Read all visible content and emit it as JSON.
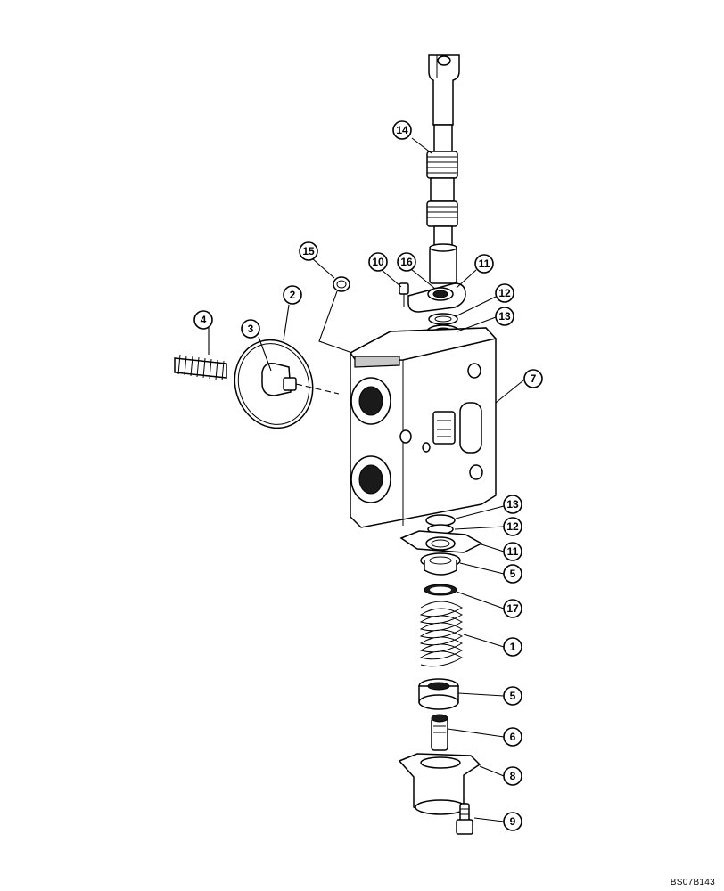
{
  "drawing_code": "BS07B143",
  "callouts": [
    {
      "id": "c14",
      "label": "14"
    },
    {
      "id": "c15",
      "label": "15"
    },
    {
      "id": "c10",
      "label": "10"
    },
    {
      "id": "c16",
      "label": "16"
    },
    {
      "id": "c11a",
      "label": "11"
    },
    {
      "id": "c12a",
      "label": "12"
    },
    {
      "id": "c13a",
      "label": "13"
    },
    {
      "id": "c2",
      "label": "2"
    },
    {
      "id": "c3",
      "label": "3"
    },
    {
      "id": "c4",
      "label": "4"
    },
    {
      "id": "c7",
      "label": "7"
    },
    {
      "id": "c13b",
      "label": "13"
    },
    {
      "id": "c12b",
      "label": "12"
    },
    {
      "id": "c11b",
      "label": "11"
    },
    {
      "id": "c5a",
      "label": "5"
    },
    {
      "id": "c17",
      "label": "17"
    },
    {
      "id": "c1",
      "label": "1"
    },
    {
      "id": "c5b",
      "label": "5"
    },
    {
      "id": "c6",
      "label": "6"
    },
    {
      "id": "c8",
      "label": "8"
    },
    {
      "id": "c9",
      "label": "9"
    }
  ]
}
